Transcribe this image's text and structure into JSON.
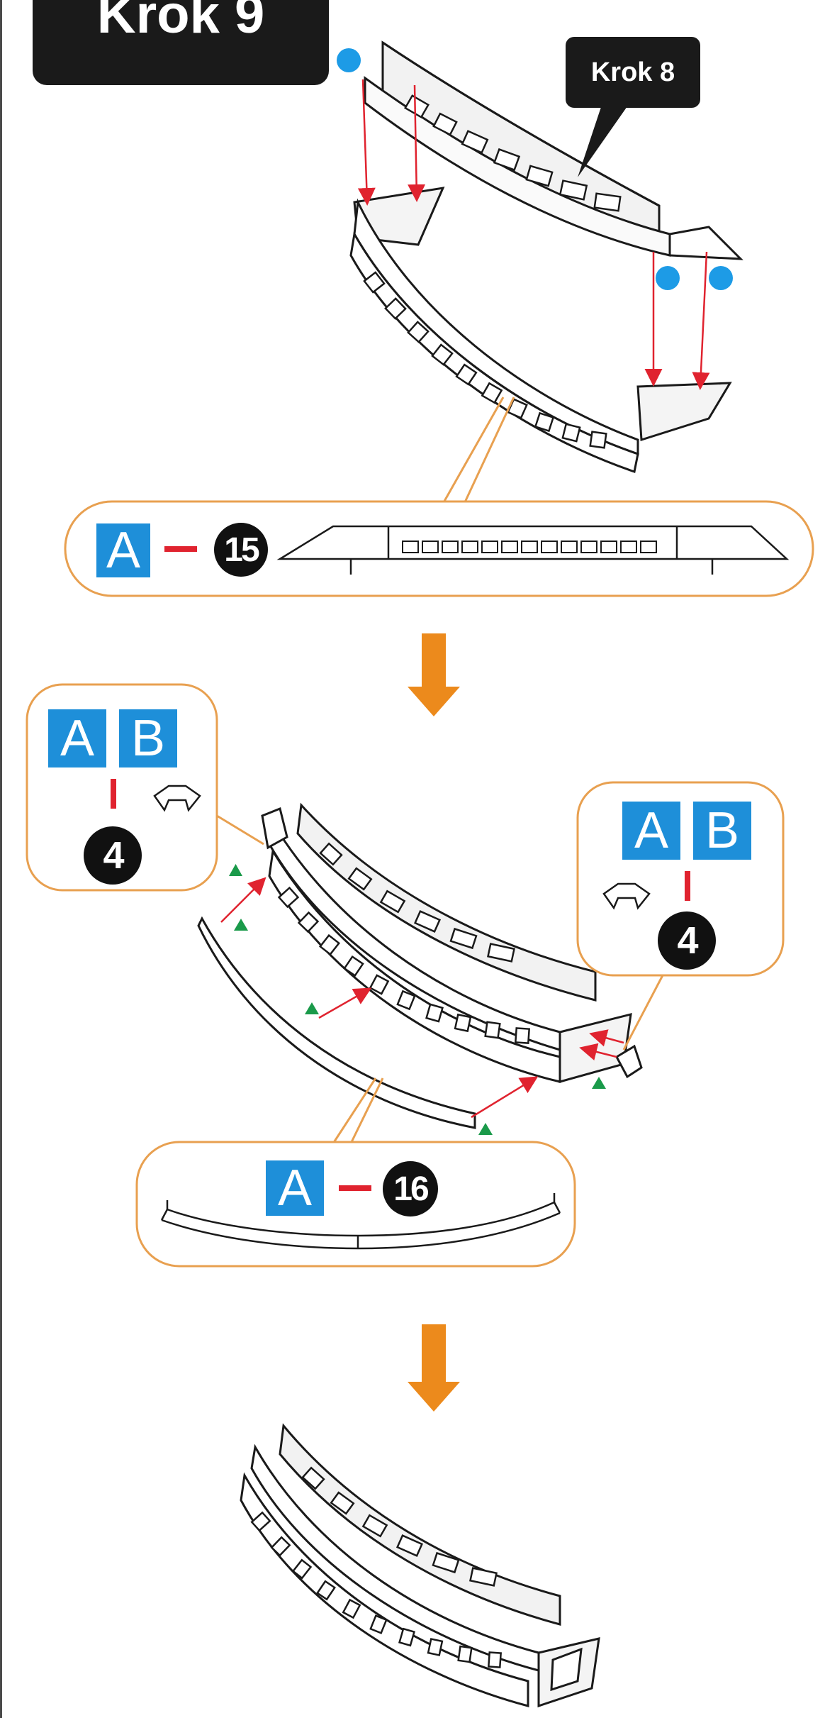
{
  "step_title": "Krok 9",
  "callout_label": "Krok 8",
  "panel_1": {
    "sheet": "A",
    "part_number": "15"
  },
  "panel_2": {
    "sheet": "A",
    "part_number": "16"
  },
  "connector_left": {
    "sheets": [
      "A",
      "B"
    ],
    "part_number": "4"
  },
  "connector_right": {
    "sheets": [
      "A",
      "B"
    ],
    "part_number": "4"
  },
  "colors": {
    "tag_blue": "#1e8fd9",
    "outline_orange": "#e8a050",
    "arrow_orange": "#ec8a1c",
    "line_red": "#e0232f",
    "marker_blue": "#1d9be6",
    "marker_green": "#1a9a4a"
  }
}
